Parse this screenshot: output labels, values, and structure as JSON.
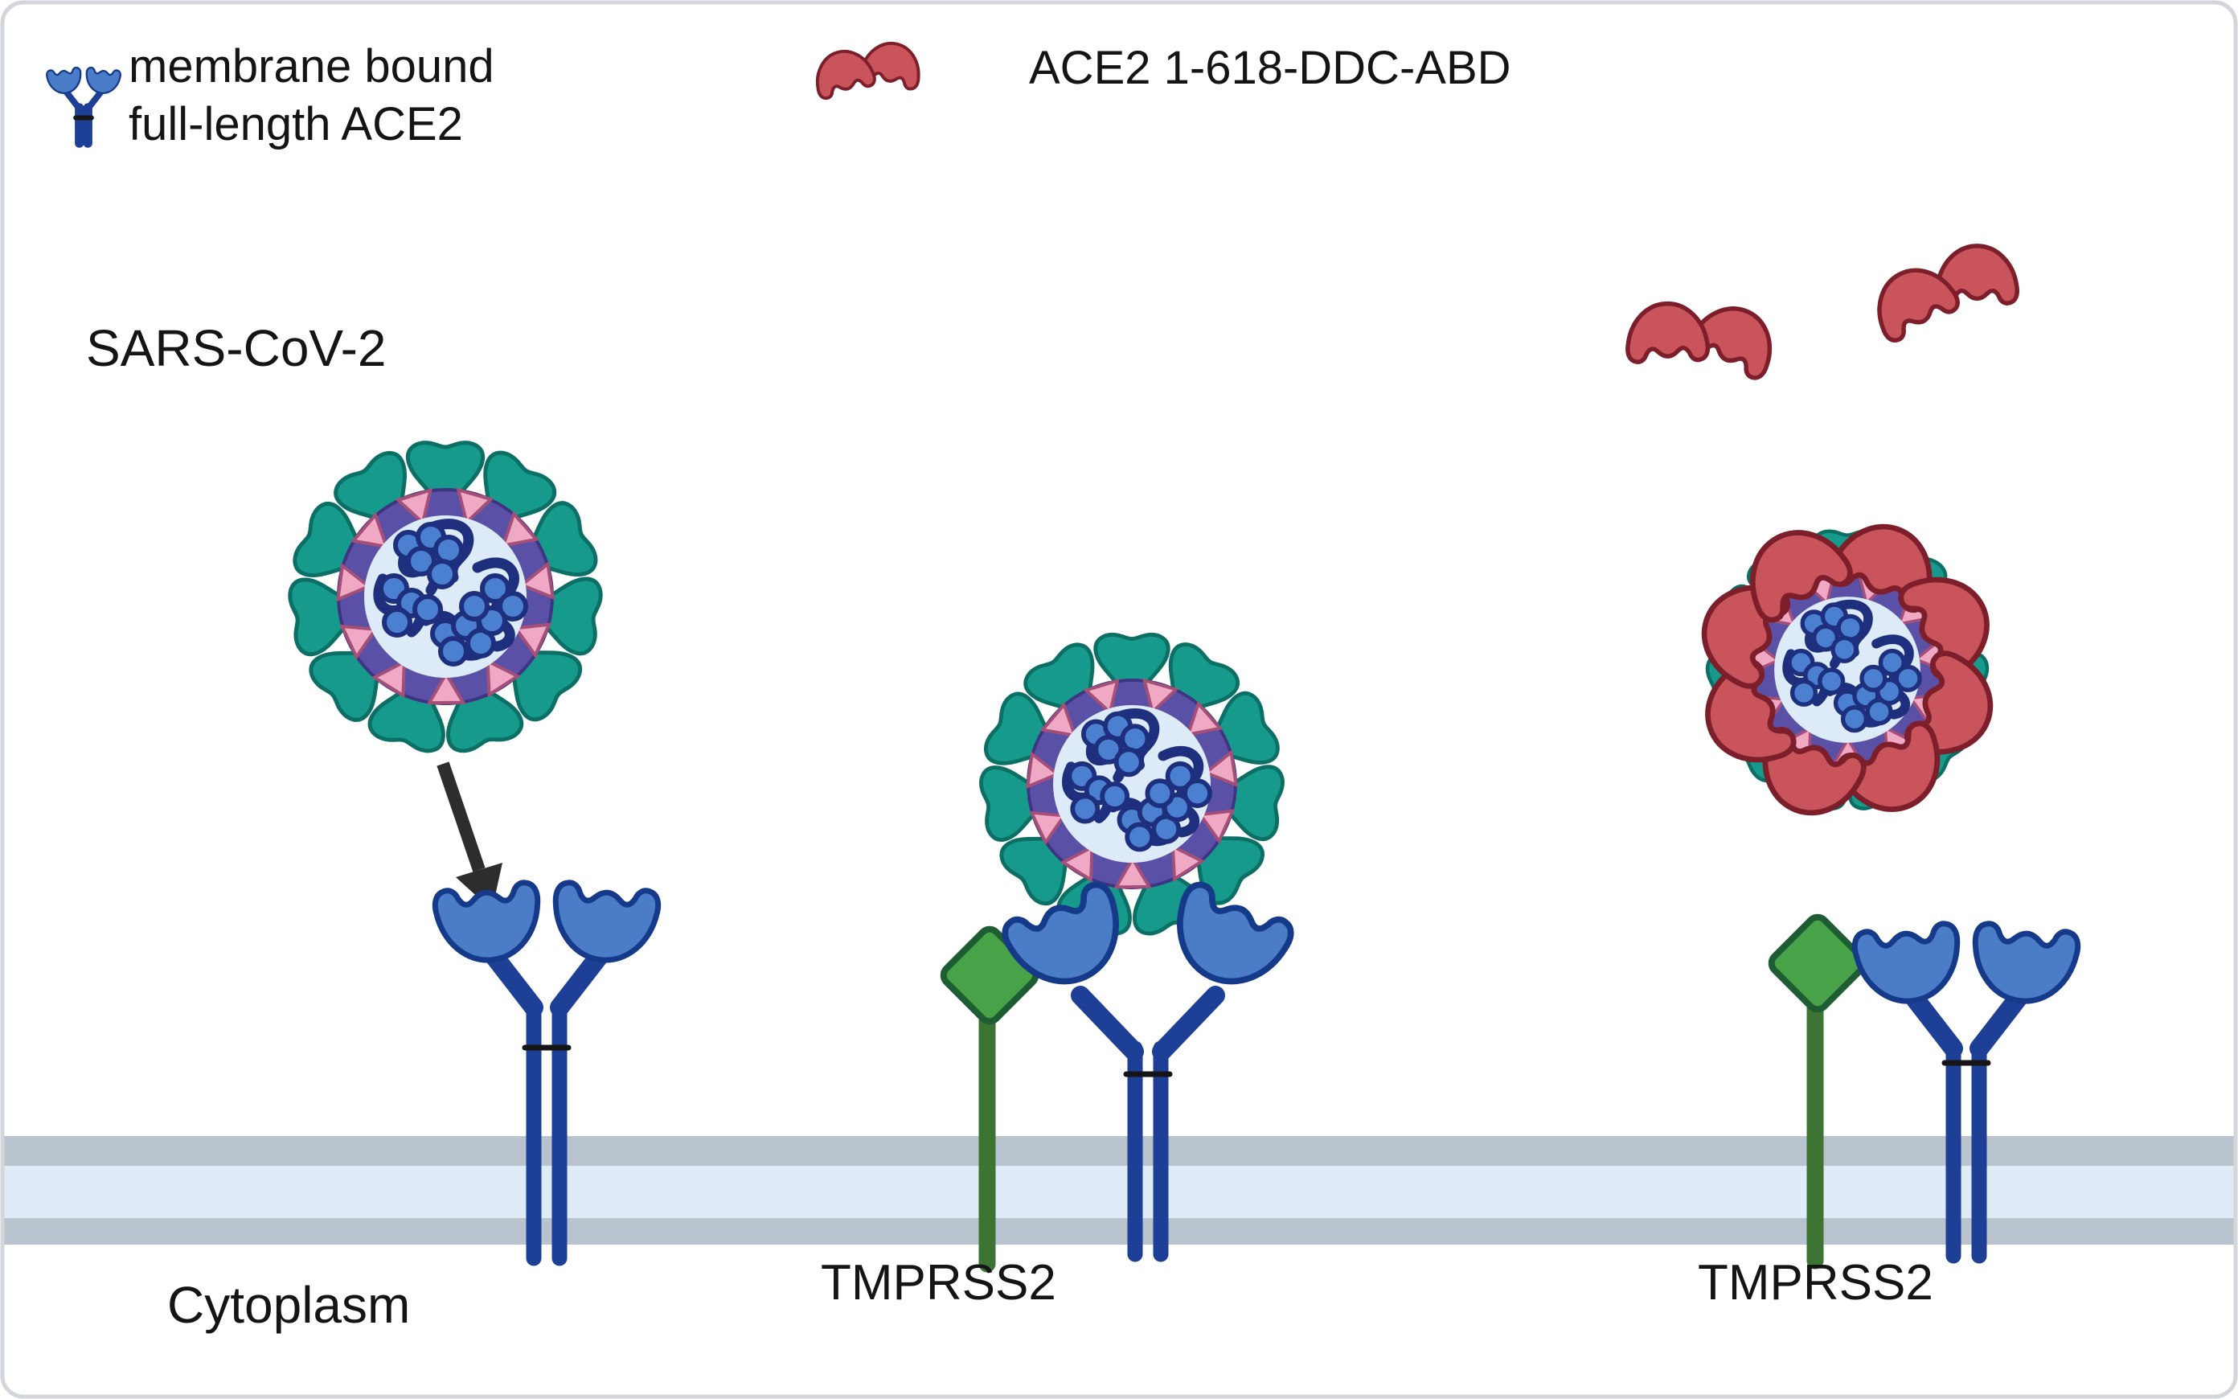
{
  "legend": {
    "membrane_ace2": {
      "icon": "ace2-receptor-icon",
      "label_line1": "membrane bound",
      "label_line2": "full-length ACE2"
    },
    "decoy": {
      "icon": "ace2-decoy-icon",
      "label": "ACE2 1-618-DDC-ABD"
    }
  },
  "labels": {
    "virus": "SARS-CoV-2",
    "tmprss2_middle": "TMPRSS2",
    "tmprss2_right": "TMPRSS2",
    "cytoplasm": "Cytoplasm"
  },
  "colors": {
    "spike_teal": "#169a8c",
    "spike_outline": "#0c6f65",
    "envelope_purple": "#5a50a5",
    "membrane_protein_pink": "#f0a9c4",
    "virus_core_light_blue": "#dcebf7",
    "rna_navy": "#1e2f7d",
    "nucleoprotein_blue": "#4b80d1",
    "ace2_head_blue": "#4a7cc7",
    "ace2_stalk_navy": "#1e3f96",
    "decoy_red": "#c9545b",
    "decoy_outline_dark_red": "#7d1f2b",
    "tmprss2_green": "#48a348",
    "tmprss2_stalk_green": "#3d7434",
    "membrane_gray": "#b8c3cd",
    "membrane_inner_light_blue": "#e0ebf8",
    "arrow_black": "#2d2d2d",
    "text": "#141414",
    "background": "#ffffff"
  }
}
